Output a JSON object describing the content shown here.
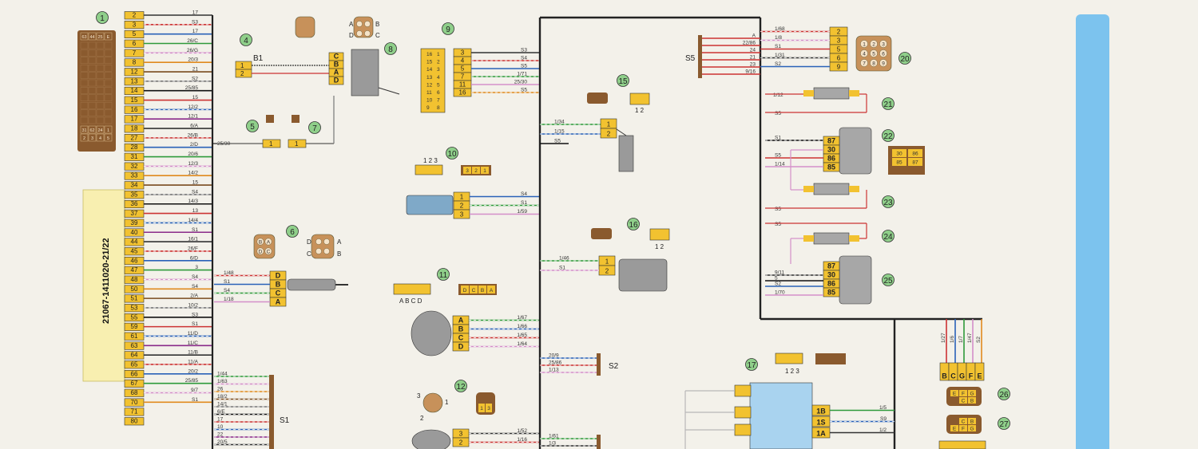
{
  "ecu": {
    "callout": "1",
    "part_number": "21067-1411020-21/22",
    "pins": [
      "2",
      "3",
      "5",
      "6",
      "7",
      "8",
      "12",
      "13",
      "14",
      "15",
      "16",
      "17",
      "18",
      "27",
      "28",
      "31",
      "32",
      "33",
      "34",
      "35",
      "36",
      "37",
      "39",
      "40",
      "44",
      "45",
      "46",
      "47",
      "48",
      "50",
      "51",
      "53",
      "55",
      "59",
      "61",
      "63",
      "64",
      "65",
      "66",
      "67",
      "68",
      "70",
      "71",
      "80"
    ],
    "wires": [
      "17",
      "S3",
      "17",
      "26/C",
      "26/G",
      "20/3",
      "21",
      "S2",
      "25/85",
      "15",
      "12/2",
      "12/1",
      "6/A",
      "26/B",
      "2/D",
      "20/6",
      "12/3",
      "14/2",
      "15",
      "S4",
      "14/3",
      "13",
      "14/4",
      "S1",
      "16/1",
      "26/F",
      "6/D",
      "3",
      "S4",
      "S4",
      "2/A",
      "10/2",
      "S3",
      "S1",
      "11/D",
      "11/C",
      "11/B",
      "11/A",
      "20/2",
      "25/85",
      "9/7",
      "S1"
    ],
    "mini_connector": {
      "top": [
        "63",
        "44",
        "25",
        "E"
      ],
      "bottom": [
        "31",
        "62",
        "24",
        "1",
        "2",
        "3",
        "4",
        "5"
      ]
    }
  },
  "components": {
    "c4": {
      "callout": "4",
      "label": "B1",
      "pins": [
        "1",
        "2"
      ]
    },
    "c5": {
      "callout": "5"
    },
    "c6": {
      "callout": "6",
      "pins": [
        "D",
        "B",
        "C",
        "A"
      ],
      "wires": [
        "1/48",
        "S1",
        "S4",
        "1/18"
      ],
      "letters": [
        "B",
        "A",
        "D",
        "C"
      ]
    },
    "c7": {
      "callout": "7",
      "wire": "25/30",
      "pins": [
        "1",
        "1"
      ]
    },
    "c8": {
      "callout": "8",
      "pins": [
        "C",
        "B",
        "A",
        "D"
      ],
      "letters": [
        "A",
        "B",
        "D",
        "C"
      ]
    },
    "c9": {
      "callout": "9",
      "pins": [
        "3",
        "4",
        "5",
        "7",
        "11",
        "16"
      ],
      "wires": [
        "S3",
        "S4",
        "S5",
        "1/71",
        "25/30",
        "S5"
      ],
      "block": [
        "16",
        "15",
        "14",
        "13",
        "12",
        "11",
        "10",
        "9",
        "1",
        "2",
        "3",
        "4",
        "5",
        "6",
        "7",
        "8"
      ]
    },
    "c10": {
      "callout": "10",
      "pins": [
        "1",
        "2",
        "3"
      ],
      "wires": [
        "S4",
        "S1",
        "1/59"
      ],
      "top_pins": "1 2 3",
      "mini": [
        "3",
        "2",
        "1"
      ]
    },
    "c11": {
      "callout": "11",
      "pins": [
        "A",
        "B",
        "C",
        "D"
      ],
      "wires": [
        "1/67",
        "1/66",
        "1/65",
        "1/64"
      ],
      "under": "A B C D",
      "mini": [
        "D",
        "C",
        "B",
        "A"
      ]
    },
    "c12": {
      "callout": "12",
      "pins": [
        "3",
        "2"
      ],
      "wires": [
        "1/52",
        "1/16"
      ],
      "side": [
        "3",
        "1",
        "2"
      ],
      "mini": [
        "1",
        "3"
      ]
    },
    "c15": {
      "callout": "15",
      "pins": [
        "1",
        "2"
      ],
      "wires": [
        "1/34",
        "1/15",
        "S5"
      ],
      "mini": "1 2"
    },
    "c16": {
      "callout": "16",
      "pins": [
        "1",
        "2"
      ],
      "wires": [
        "1/46",
        "S1"
      ],
      "mini": "1 2"
    },
    "c17": {
      "callout": "17",
      "pins": [
        "1B",
        "1S",
        "1A"
      ],
      "wires": [
        "1/5",
        "S9",
        "1/2"
      ],
      "mini": "1 2 3"
    },
    "c20": {
      "callout": "20",
      "pins": [
        "2",
        "3",
        "5",
        "6",
        "9"
      ],
      "wires": [
        "1/68",
        "1/8",
        "S1",
        "1/31",
        "S2"
      ],
      "grid": [
        "1",
        "2",
        "3",
        "4",
        "5",
        "6",
        "7",
        "8",
        "9"
      ]
    },
    "c21": {
      "callout": "21",
      "wires": [
        "1/12",
        "S5"
      ]
    },
    "c22": {
      "callout": "22",
      "pins": [
        "87",
        "30",
        "86",
        "85"
      ],
      "wires": [
        "S1",
        "S5",
        "1/14"
      ],
      "mini": [
        "30",
        "86",
        "85",
        "87"
      ]
    },
    "c23": {
      "callout": "23",
      "wires": [
        "S5",
        "S5"
      ]
    },
    "c24": {
      "callout": "24"
    },
    "c25": {
      "callout": "25",
      "pins": [
        "87",
        "30",
        "86",
        "85"
      ],
      "wires": [
        "9/11",
        "5",
        "S2",
        "1/70"
      ]
    },
    "c26": {
      "callout": "26",
      "pins": [
        "B",
        "C",
        "G",
        "F",
        "E"
      ],
      "wires": [
        "1/27",
        "1/6",
        "1/7",
        "1/47",
        "S2"
      ],
      "mini": [
        "E",
        "F",
        "G",
        "C",
        "B"
      ]
    },
    "c27": {
      "callout": "27",
      "mini": [
        "C",
        "B",
        "E",
        "F",
        "G"
      ]
    }
  },
  "splices": {
    "s1": {
      "label": "S1",
      "wires": [
        "1/44",
        "1/63",
        "26",
        "18/2",
        "14/1",
        "6/E",
        "17",
        "10",
        "22",
        "20/5"
      ]
    },
    "s2": {
      "label": "S2",
      "wires": [
        "20/9",
        "25/86",
        "1/13"
      ]
    },
    "s5": {
      "label": "S5",
      "wires": [
        "A",
        "22/86",
        "24",
        "21",
        "23",
        "9/16"
      ]
    },
    "bottom": {
      "wires": [
        "1/61",
        "1/3"
      ]
    }
  },
  "colors": {
    "connector": "#f2c230",
    "callout": "#8fcf8a",
    "ecu_label": "#f8efb0",
    "ecu": "#8a5a2e",
    "relay": "#a7a7a7",
    "module": "#a9d3ef",
    "blue_band": "#7cc3ee"
  }
}
